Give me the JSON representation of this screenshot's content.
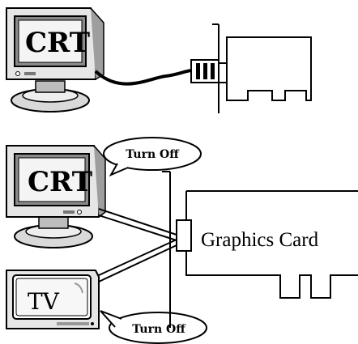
{
  "top": {
    "monitor_label": "CRT"
  },
  "bottom": {
    "monitor_label": "CRT",
    "tv_label": "TV",
    "card_label": "Graphics Card",
    "bubble_top": "Turn Off",
    "bubble_bottom": "Turn Off"
  }
}
